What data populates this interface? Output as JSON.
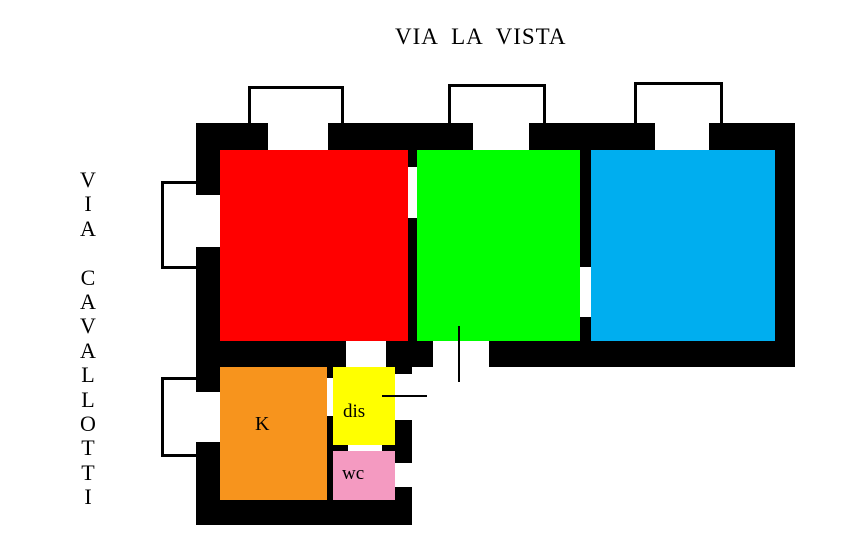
{
  "plan": {
    "street_top": "VIA  LA  VISTA",
    "street_side_letters": [
      "V",
      "I",
      "A",
      " ",
      "C",
      "A",
      "V",
      "A",
      "L",
      "L",
      "O",
      "T",
      "T",
      "I"
    ],
    "rooms": {
      "kitchen_label": "K",
      "closet_label": "dis",
      "bathroom_label": "wc"
    },
    "colors": {
      "wall": "#000000",
      "room_red": "#ff0000",
      "room_green": "#00ff00",
      "room_blue": "#00aeef",
      "kitchen": "#f7941d",
      "closet": "#ffff00",
      "bathroom": "#f49ac1"
    }
  }
}
